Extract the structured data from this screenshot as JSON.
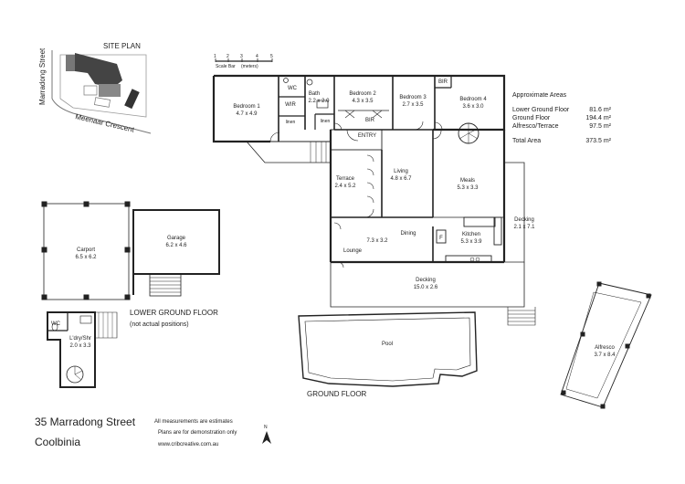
{
  "site_plan": {
    "title": "SITE PLAN",
    "street_1": "Marradong Street",
    "street_2": "Meenaar Crescent"
  },
  "scale_bar": {
    "ticks": [
      "1",
      "2",
      "3",
      "4",
      "5"
    ],
    "label": "Scale Bar",
    "unit": "(meters)"
  },
  "rooms": {
    "bedroom1": {
      "name": "Bedroom 1",
      "dims": "4.7 x 4.9"
    },
    "wc_top": {
      "name": "WC"
    },
    "wir": {
      "name": "WIR"
    },
    "linen1": {
      "name": "linen"
    },
    "bath": {
      "name": "Bath",
      "dims": "2.2 x 2.0"
    },
    "linen2": {
      "name": "linen"
    },
    "bedroom2": {
      "name": "Bedroom 2",
      "dims": "4.3 x 3.5"
    },
    "bir1": {
      "name": "BIR"
    },
    "bedroom3": {
      "name": "Bedroom 3",
      "dims": "2.7 x 3.5"
    },
    "bir2": {
      "name": "BIR"
    },
    "bedroom4": {
      "name": "Bedroom 4",
      "dims": "3.6 x 3.0"
    },
    "entry": {
      "name": "ENTRY"
    },
    "terrace": {
      "name": "Terrace",
      "dims": "2.4 x 5.2"
    },
    "living": {
      "name": "Living",
      "dims": "4.8 x 6.7"
    },
    "meals": {
      "name": "Meals",
      "dims": "5.3 x 3.3"
    },
    "decking_side": {
      "name": "Decking",
      "dims": "2.1 x 7.1"
    },
    "lounge_dims": {
      "dims": "7.3 x 3.2"
    },
    "lounge": {
      "name": "Lounge"
    },
    "dining": {
      "name": "Dining"
    },
    "fridge": {
      "name": "F"
    },
    "kitchen": {
      "name": "Kitchen",
      "dims": "5.3 x 3.9"
    },
    "decking_main": {
      "name": "Decking",
      "dims": "15.0 x 2.6"
    },
    "pool": {
      "name": "Pool"
    },
    "alfresco": {
      "name": "Alfresco",
      "dims": "3.7 x 8.4"
    },
    "carport": {
      "name": "Carport",
      "dims": "6.5 x 6.2"
    },
    "garage": {
      "name": "Garage",
      "dims": "6.2 x 4.6"
    },
    "wc_lower": {
      "name": "WC"
    },
    "laundry": {
      "name": "L'dry/Shr",
      "dims": "2.0 x 3.3"
    }
  },
  "floor_labels": {
    "lower": "LOWER GROUND FLOOR",
    "lower_note": "(not actual positions)",
    "ground": "GROUND FLOOR"
  },
  "areas": {
    "title": "Approximate Areas",
    "rows": [
      {
        "label": "Lower Ground Floor",
        "value": "81.6 m²"
      },
      {
        "label": "Ground Floor",
        "value": "194.4 m²"
      },
      {
        "label": "Alfresco/Terrace",
        "value": "97.5 m²"
      }
    ],
    "total_label": "Total Area",
    "total_value": "373.5 m²"
  },
  "footer": {
    "address_line1": "35 Marradong Street",
    "address_line2": "Coolbinia",
    "disclaimer1": "All measurements are estimates",
    "disclaimer2": "Plans are for demonstration only",
    "website": "www.cribcreative.com.au",
    "north": "N"
  }
}
